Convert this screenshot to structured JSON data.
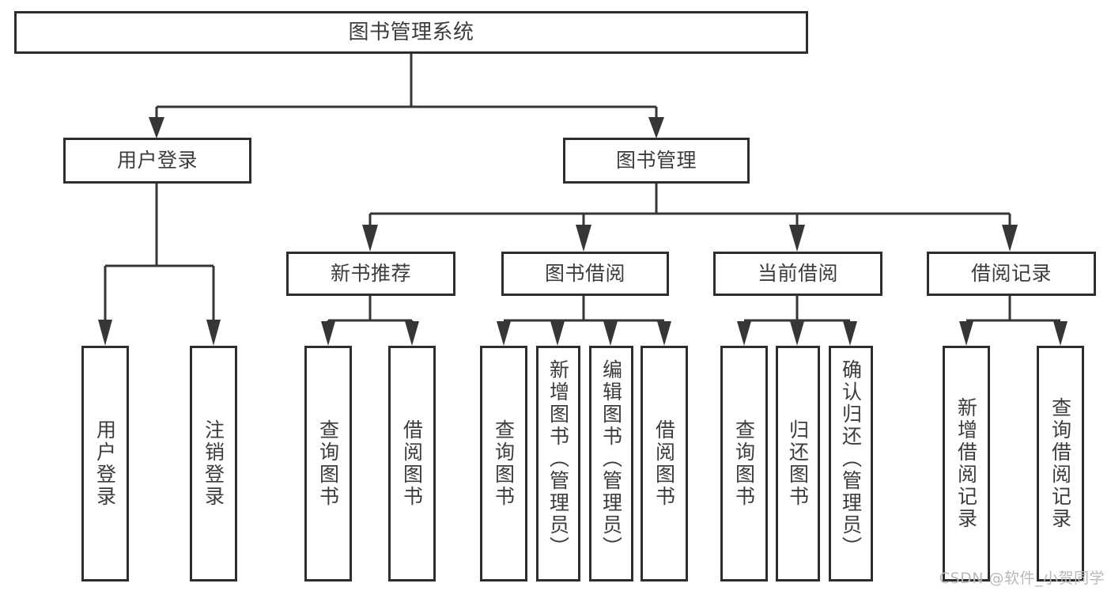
{
  "diagram": {
    "type": "tree-hierarchy",
    "title": "图书管理系统",
    "background_color": "#ffffff",
    "box_border_color": "#2e2e2e",
    "connector_color": "#363636",
    "text_color": "#3c3c3c"
  },
  "nodes": {
    "root": {
      "label": "图书管理系统"
    },
    "level2": [
      {
        "id": "user-login",
        "label": "用户登录"
      },
      {
        "id": "book-manage",
        "label": "图书管理"
      }
    ],
    "level3": [
      {
        "id": "new-book-recommend",
        "label": "新书推荐"
      },
      {
        "id": "book-borrow",
        "label": "图书借阅"
      },
      {
        "id": "current-borrow",
        "label": "当前借阅"
      },
      {
        "id": "borrow-record",
        "label": "借阅记录"
      }
    ],
    "leaves": {
      "user_login": [
        {
          "id": "leaf-user-login",
          "label": "用户登录"
        },
        {
          "id": "leaf-logout-login",
          "label": "注销登录"
        }
      ],
      "new_book_recommend": [
        {
          "id": "leaf-query-book-1",
          "label": "查询图书"
        },
        {
          "id": "leaf-borrow-book-1",
          "label": "借阅图书"
        }
      ],
      "book_borrow": [
        {
          "id": "leaf-query-book-2",
          "label": "查询图书"
        },
        {
          "id": "leaf-add-book",
          "label": "新增图书（管理员）"
        },
        {
          "id": "leaf-edit-book",
          "label": "编辑图书（管理员）"
        },
        {
          "id": "leaf-borrow-book-2",
          "label": "借阅图书"
        }
      ],
      "current_borrow": [
        {
          "id": "leaf-query-book-3",
          "label": "查询图书"
        },
        {
          "id": "leaf-return-book",
          "label": "归还图书"
        },
        {
          "id": "leaf-confirm-return",
          "label": "确认归还（管理员）"
        }
      ],
      "borrow_record": [
        {
          "id": "leaf-add-record",
          "label": "新增借阅记录"
        },
        {
          "id": "leaf-query-record",
          "label": "查询借阅记录"
        }
      ]
    }
  },
  "watermark": {
    "text": "CSDN @软件_小贺同学"
  }
}
